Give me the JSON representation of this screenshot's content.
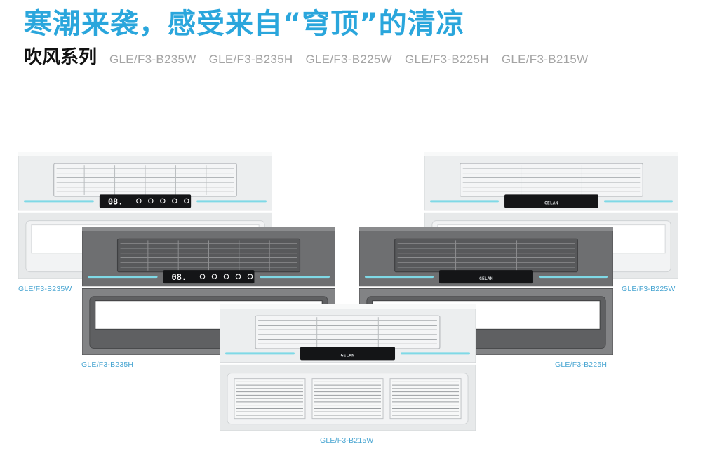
{
  "headline": "寒潮来袭，感受来自“穹顶”的清凉",
  "series_label": "吹风系列",
  "model_list": [
    "GLE/F3-B235W",
    "GLE/F3-B235H",
    "GLE/F3-B225W",
    "GLE/F3-B225H",
    "GLE/F3-B215W"
  ],
  "units": [
    {
      "model": "GLE/F3-B235W",
      "panel": "display",
      "finish": "white",
      "panel_text": "08."
    },
    {
      "model": "GLE/F3-B235H",
      "panel": "display",
      "finish": "grey",
      "panel_text": "08."
    },
    {
      "model": "GLE/F3-B225W",
      "panel": "logo",
      "finish": "white",
      "panel_text": "GELAN"
    },
    {
      "model": "GLE/F3-B225H",
      "panel": "logo",
      "finish": "grey",
      "panel_text": "GELAN"
    },
    {
      "model": "GLE/F3-B215W",
      "panel": "logo",
      "finish": "white",
      "panel_text": "GELAN"
    }
  ],
  "colors": {
    "headline": "#2aa6dc",
    "caption": "#4aa6d2",
    "accent_strip": "#7fd9e6",
    "model_text": "#a4a4a4",
    "series_text": "#111111"
  }
}
